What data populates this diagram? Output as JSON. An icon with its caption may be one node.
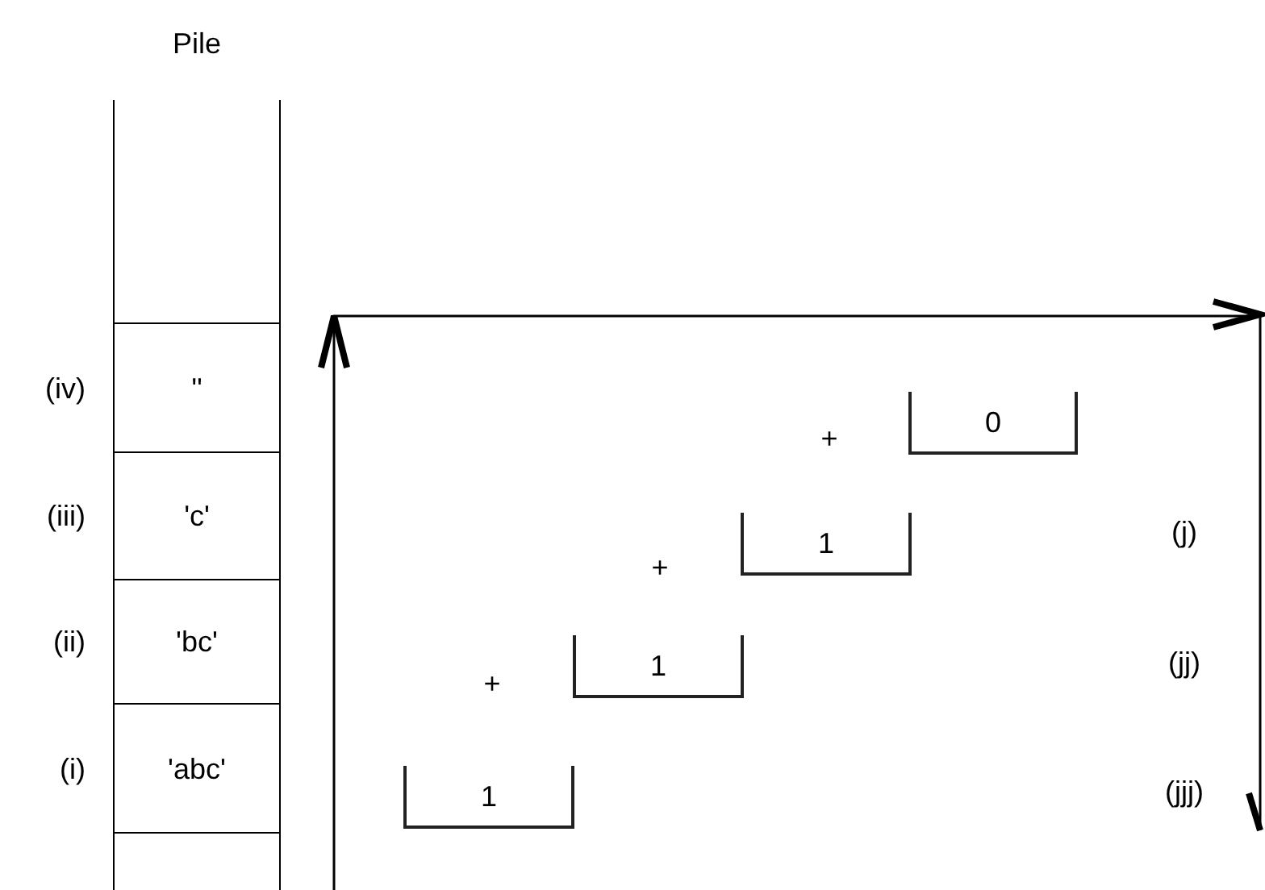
{
  "diagram": {
    "nodes": [
      {
        "text": [
          "Pile"
        ]
      },
      {
        "text": [],
        "shape": "box",
        "in": 0
      },
      {
        "text": [
          "''"
        ],
        "in": 0,
        "beside": [
          "(iv)"
        ]
      },
      {
        "text": [
          "'c'"
        ],
        "in": 0,
        "beside": [
          "(iii)"
        ]
      },
      {
        "text": [
          "'bc'"
        ],
        "in": 0,
        "beside": [
          "(ii)"
        ]
      },
      {
        "text": [
          "'abc'"
        ],
        "in": 0,
        "beside": [
          "(i)"
        ]
      },
      {
        "text": [],
        "shape": "box",
        "in": 0
      },
      {
        "text": [
          "0"
        ]
      },
      {
        "text": [
          "1"
        ]
      },
      {
        "text": [
          "1"
        ]
      },
      {
        "text": [
          "1"
        ]
      }
    ],
    "edges": [],
    "labels": [
      "+",
      "(j)",
      "+",
      "(jj)",
      "+",
      "(jjj)"
    ]
  }
}
